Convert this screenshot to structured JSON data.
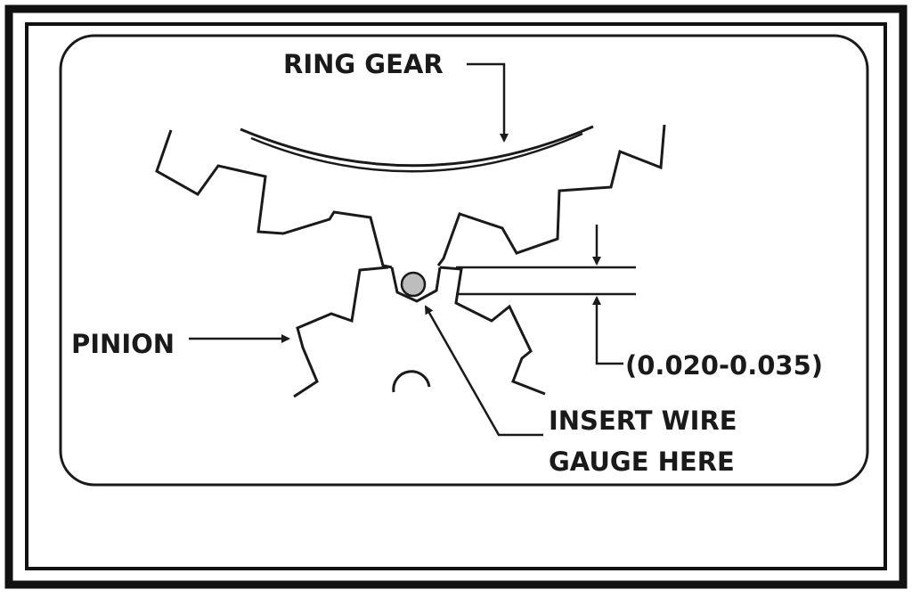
{
  "labels": {
    "ring_gear": "RING GEAR",
    "pinion": "PINION",
    "clearance": "(0.020-0.035)",
    "insert_line1": "INSERT WIRE",
    "insert_line2": "GAUGE HERE"
  },
  "colors": {
    "ink": "#1a1a1a",
    "paper": "#ffffff",
    "wire_fill": "#bdbdbd"
  }
}
